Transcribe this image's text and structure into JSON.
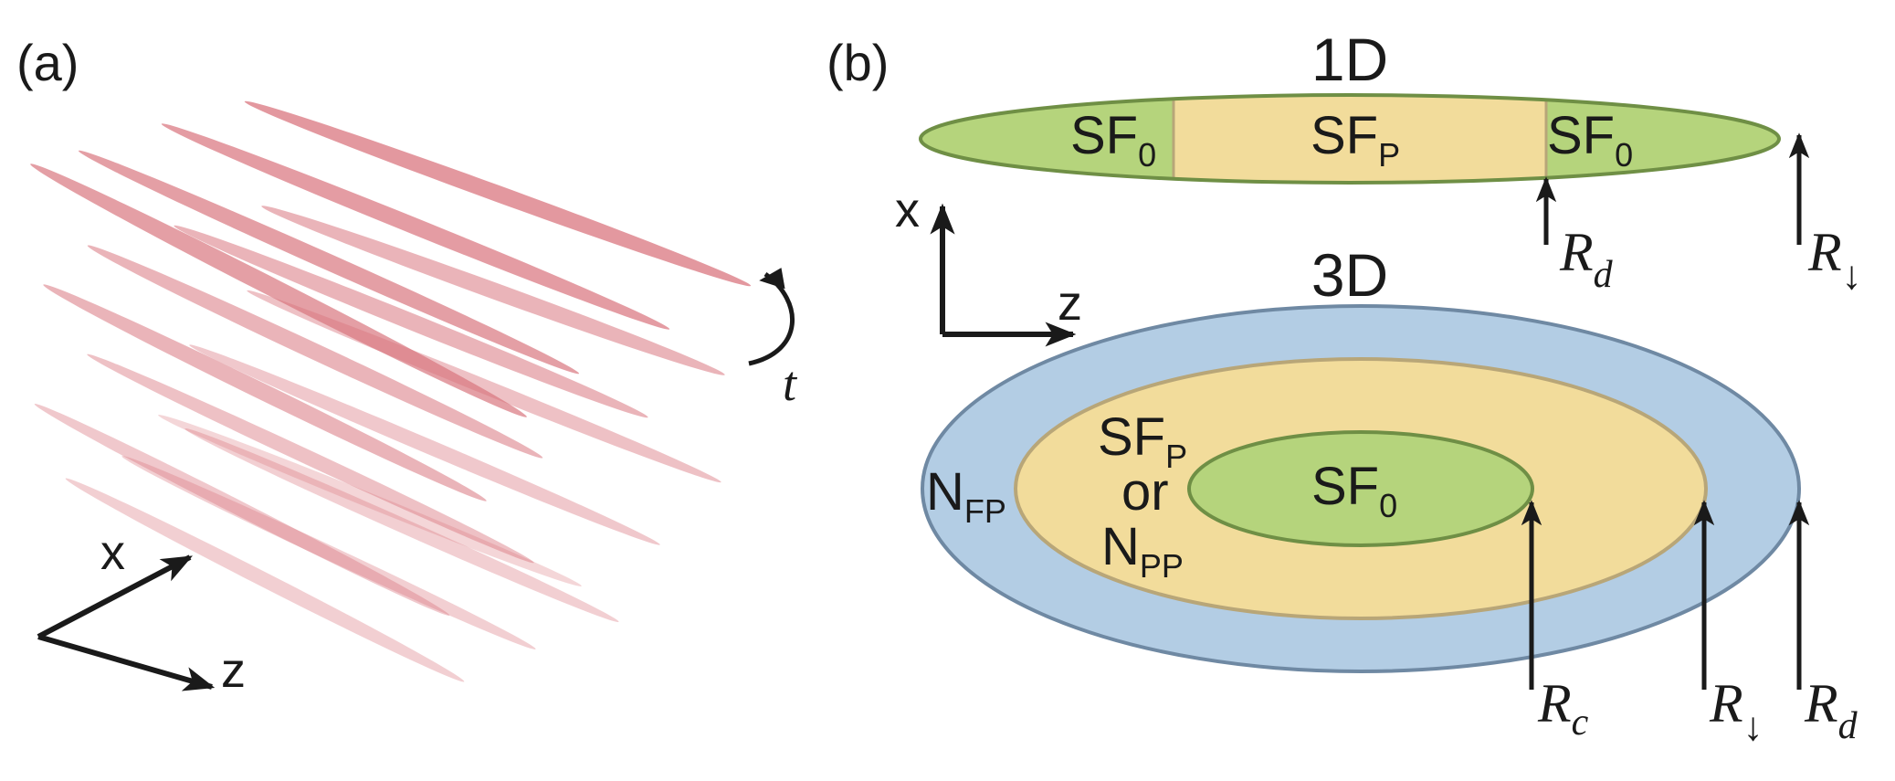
{
  "panel_a": {
    "label": "(a)",
    "axis_x": "x",
    "axis_z": "z",
    "time": "t",
    "colors": {
      "ellipse": "#d9767f"
    }
  },
  "panel_b": {
    "label": "(b)",
    "one_d": {
      "title": "1D",
      "left_region": {
        "base": "SF",
        "sub": "0"
      },
      "center_region": {
        "base": "SF",
        "sub": "P"
      },
      "right_region": {
        "base": "SF",
        "sub": "0"
      },
      "arrow_inner": {
        "base": "R",
        "sub": "d"
      },
      "arrow_outer": {
        "base": "R",
        "sub": "↓"
      }
    },
    "axes": {
      "x": "x",
      "z": "z"
    },
    "three_d": {
      "title": "3D",
      "outer_region": {
        "base": "N",
        "sub": "FP"
      },
      "middle_region": {
        "line1_base": "SF",
        "line1_sub": "P",
        "line2": "or",
        "line3_base": "N",
        "line3_sub": "PP"
      },
      "inner_region": {
        "base": "SF",
        "sub": "0"
      },
      "arrow_inner": {
        "base": "R",
        "sub": "c"
      },
      "arrow_middle": {
        "base": "R",
        "sub": "↓"
      },
      "arrow_outer": {
        "base": "R",
        "sub": "d"
      }
    },
    "colors": {
      "green": "#b5d47c",
      "green_stroke": "#6f8f45",
      "yellow": "#f2dc9b",
      "yellow_stroke": "#b8a678",
      "blue": "#b3cde4",
      "blue_stroke": "#6f89a3",
      "arrow": "#1a1a1a"
    }
  }
}
